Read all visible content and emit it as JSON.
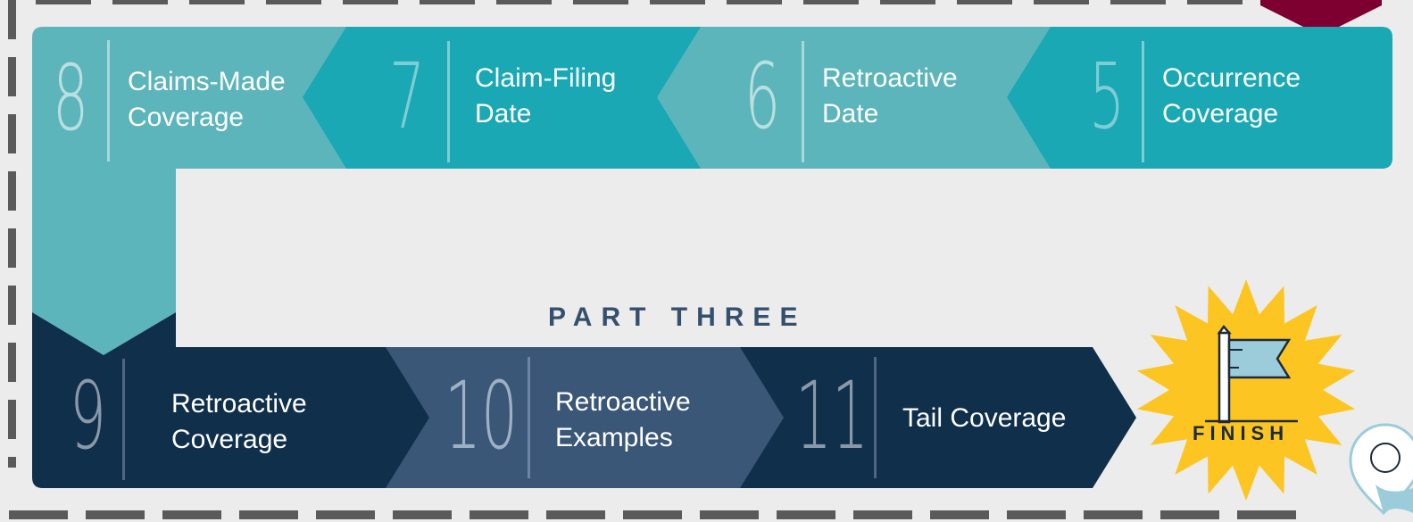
{
  "section_title": "PART THREE",
  "finish_label": "FINISH",
  "colors": {
    "background": "#ececec",
    "teal_dark": "#1aa8b5",
    "teal_light": "#5cb5ba",
    "navy_dark": "#0f2f4a",
    "navy_light": "#3a5778",
    "starburst": "#fcc522",
    "flag": "#9ccbd9",
    "crimson": "#7d0030",
    "dashes": "#5a5a5a",
    "section_title": "#34506e"
  },
  "steps": [
    {
      "number": "5",
      "title": "Occurrence Coverage",
      "line1": "Occurrence",
      "line2": "Coverage"
    },
    {
      "number": "6",
      "title": "Retroactive Date",
      "line1": "Retroactive",
      "line2": "Date"
    },
    {
      "number": "7",
      "title": "Claim-Filing Date",
      "line1": "Claim-Filing",
      "line2": "Date"
    },
    {
      "number": "8",
      "title": "Claims-Made Coverage",
      "line1": "Claims-Made",
      "line2": "Coverage"
    },
    {
      "number": "9",
      "title": "Retroactive Coverage",
      "line1": "Retroactive",
      "line2": "Coverage"
    },
    {
      "number": "10",
      "title": "Retroactive Examples",
      "line1": "Retroactive",
      "line2": "Examples"
    },
    {
      "number": "11",
      "title": "Tail Coverage",
      "line1": "Tail Coverage",
      "line2": ""
    }
  ],
  "icons": {
    "finish": "flag-icon",
    "map_pin": "map-pin-icon",
    "corner_marker": "marker-icon"
  }
}
